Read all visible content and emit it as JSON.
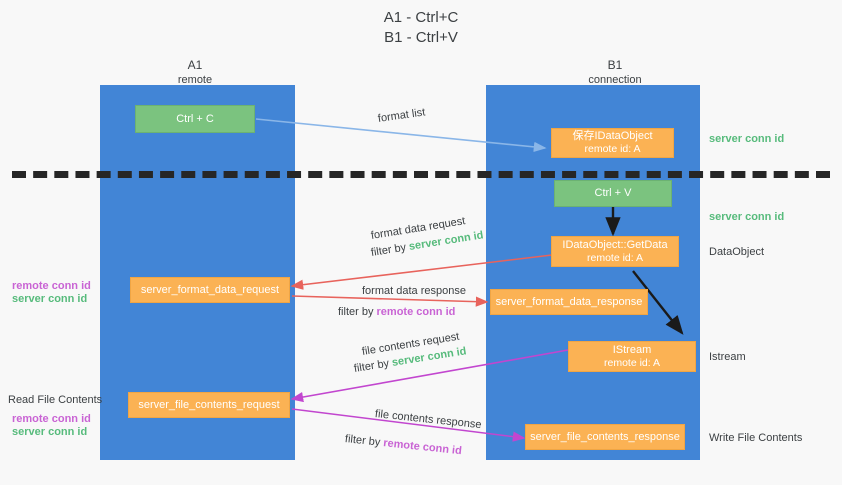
{
  "title": {
    "line1": "A1 - Ctrl+C",
    "line2": "B1 - Ctrl+V"
  },
  "colors": {
    "lane": "#4285d6",
    "green_box": "#7bc37f",
    "orange_box": "#fbb254",
    "server_conn": "#57bb7c",
    "remote_conn": "#c964d4",
    "arrow_blue": "#8ab6e8",
    "arrow_red": "#e8635c",
    "arrow_magenta": "#c246cf",
    "arrow_black": "#1a1a1a",
    "background": "#f8f8f8"
  },
  "lanes": [
    {
      "id": "a1",
      "title": "A1",
      "subtitle": "remote"
    },
    {
      "id": "b1",
      "title": "B1",
      "subtitle": "connection"
    }
  ],
  "boxes": {
    "ctrl_c": {
      "line1": "Ctrl + C",
      "line2": "",
      "style": "green"
    },
    "ctrl_v": {
      "line1": "Ctrl + V",
      "line2": "",
      "style": "green"
    },
    "save_dataobject": {
      "line1": "保存IDataObject",
      "line2": "remote id: A",
      "style": "orange"
    },
    "getdata": {
      "line1": "IDataObject::GetData",
      "line2": "remote id: A",
      "style": "orange"
    },
    "istream": {
      "line1": "IStream",
      "line2": "remote id: A",
      "style": "orange"
    },
    "fmt_data_request": {
      "line1": "server_format_data_request",
      "line2": "",
      "style": "orange"
    },
    "fmt_data_response": {
      "line1": "server_format_data_response",
      "line2": "",
      "style": "orange"
    },
    "file_req": {
      "line1": "server_file_contents_request",
      "line2": "",
      "style": "orange"
    },
    "file_resp": {
      "line1": "server_file_contents_response",
      "line2": "",
      "style": "orange"
    }
  },
  "arrow_labels": {
    "format_list": "format list",
    "fmt_req_line1": "format data request",
    "fmt_req_filter_prefix": "filter by ",
    "fmt_req_filter_value": "server conn id",
    "fmt_resp_line1": "format data response",
    "fmt_resp_filter_prefix": "filter by ",
    "fmt_resp_filter_value": "remote conn id",
    "file_req_line1": "file contents request",
    "file_req_filter_prefix": "filter by ",
    "file_req_filter_value": "server conn id",
    "file_resp_line1": "file contents response",
    "file_resp_filter_prefix": "filter by ",
    "file_resp_filter_value": "remote conn id"
  },
  "right_labels": {
    "server_conn_top": "server conn id",
    "server_conn_mid": "server conn id",
    "dataobject": "DataObject",
    "istream": "Istream",
    "write_file_contents": "Write File Contents"
  },
  "left_labels": {
    "remote_conn_1": "remote conn id",
    "server_conn_1": "server conn id",
    "read_file_contents": "Read File Contents",
    "remote_conn_2": "remote conn id",
    "server_conn_2": "server conn id"
  }
}
